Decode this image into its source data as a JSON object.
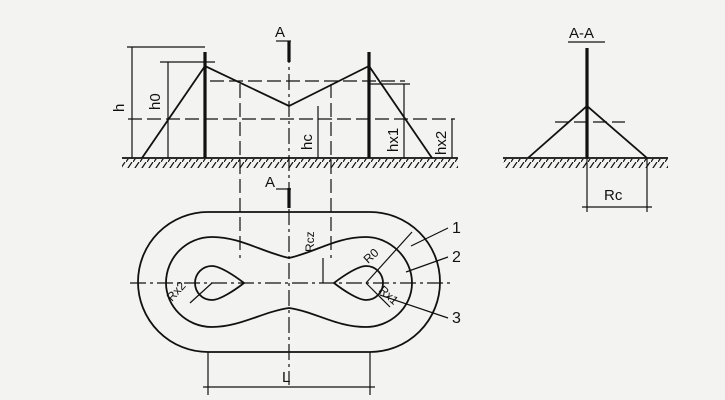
{
  "labels": {
    "section_top": "A",
    "section_bottom": "A",
    "section_view": "A-A",
    "h": "h",
    "h0": "h0",
    "hc": "hc",
    "hx1": "hx1",
    "hx2": "hx2",
    "rc": "Rc",
    "rcz": "Rcz",
    "r0": "R0",
    "rx1": "Rx1",
    "rx2": "Rx2",
    "length": "L",
    "zone1": "1",
    "zone2": "2",
    "zone3": "3"
  }
}
